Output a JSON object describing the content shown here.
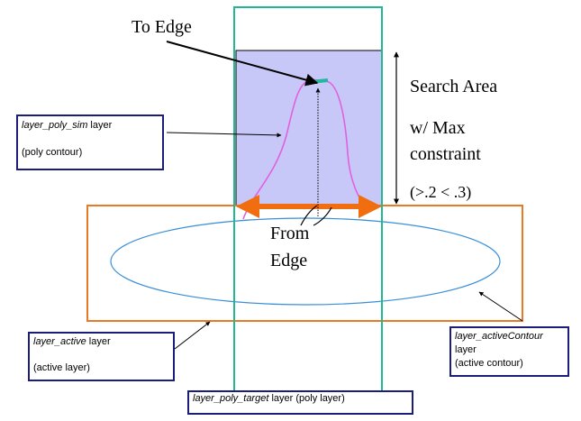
{
  "labels": {
    "to_edge": "To Edge",
    "search_area": "Search Area",
    "max_constraint_1": "w/ Max",
    "max_constraint_2": "constraint",
    "constraint_range": "(>.2 < .3)",
    "from_edge_1": "From",
    "from_edge_2": "Edge"
  },
  "boxes": {
    "poly_sim": {
      "name": "layer_poly_sim",
      "suffix": " layer",
      "desc": "(poly contour)"
    },
    "active": {
      "name": "layer_active",
      "suffix": " layer",
      "desc": "(active layer)"
    },
    "active_contour": {
      "name": "layer_activeContour",
      "line2": "layer",
      "desc": "(active contour)"
    },
    "poly_target": {
      "name": "layer_poly_target",
      "suffix": " layer (poly layer)"
    }
  },
  "colors": {
    "poly_target": "#20b890",
    "search_fill": "#c8c8f8",
    "active_rect": "#e87a26",
    "ellipse": "#3a8fd8",
    "sim_contour": "#e060e0",
    "from_edge_arrow": "#f06d10",
    "box_border": "#1c1c7a",
    "edge_marker": "#22b8a0"
  }
}
